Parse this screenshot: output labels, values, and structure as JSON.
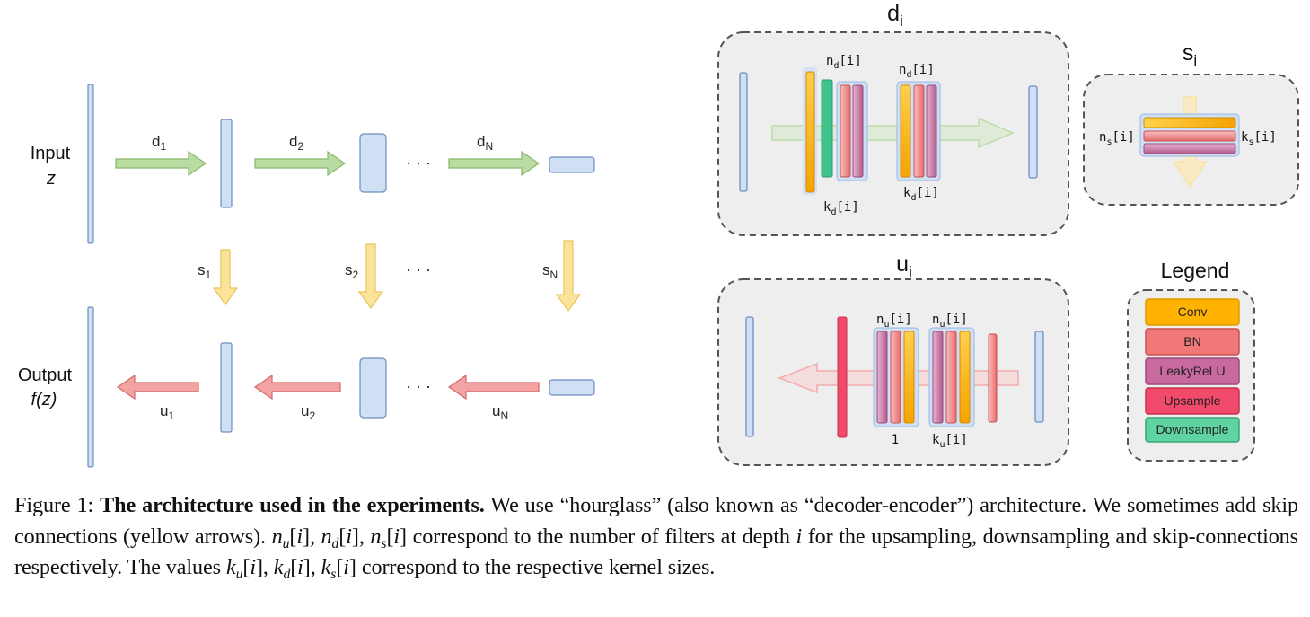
{
  "pipeline": {
    "input_label": "Input",
    "input_var": "z",
    "output_label": "Output",
    "output_var": "f(z)",
    "ellipsis": "· · ·",
    "down_arrows": [
      {
        "base": "d",
        "sub": "1"
      },
      {
        "base": "d",
        "sub": "2"
      },
      {
        "base": "d",
        "sub": "N"
      }
    ],
    "skip_arrows": [
      {
        "base": "s",
        "sub": "1"
      },
      {
        "base": "s",
        "sub": "2"
      },
      {
        "base": "s",
        "sub": "N"
      }
    ],
    "up_arrows": [
      {
        "base": "u",
        "sub": "1"
      },
      {
        "base": "u",
        "sub": "2"
      },
      {
        "base": "u",
        "sub": "N"
      }
    ]
  },
  "blocks": {
    "d": {
      "title_base": "d",
      "title_sub": "i",
      "n_label": "n",
      "n_sub": "d",
      "k_label": "k",
      "k_sub": "d",
      "index": "[i]"
    },
    "s": {
      "title_base": "s",
      "title_sub": "i",
      "n_label": "n",
      "n_sub": "s",
      "k_label": "k",
      "k_sub": "s",
      "index": "[i]"
    },
    "u": {
      "title_base": "u",
      "title_sub": "i",
      "n_label": "n",
      "n_sub": "u",
      "k_label": "k",
      "k_sub": "u",
      "index": "[i]",
      "one_label": "1"
    }
  },
  "legend": {
    "title": "Legend",
    "items": [
      {
        "label": "Conv",
        "color": "#ffb300",
        "border": "#e39a00"
      },
      {
        "label": "BN",
        "color": "#f07878",
        "border": "#c85050"
      },
      {
        "label": "LeakyReLU",
        "color": "#c86aa0",
        "border": "#9a4a7a"
      },
      {
        "label": "Upsample",
        "color": "#f24a6a",
        "border": "#c83050"
      },
      {
        "label": "Downsample",
        "color": "#5fd4a0",
        "border": "#36a878"
      }
    ]
  },
  "colors": {
    "down_arrow": "#b9dca3",
    "skip_arrow": "#fbe39a",
    "up_arrow": "#f4a3a3",
    "tensor_fill": "#cfe0f5",
    "tensor_border": "#6c8ebf",
    "panel_fill": "#eeeeee"
  },
  "caption": {
    "figure_label": "Figure 1:",
    "bold_title": "The architecture used in the experiments.",
    "text_1": "We use “hourglass” (also known as “decoder-encoder”) architecture. We sometimes add skip connections (yellow arrows).",
    "text_2": "correspond to the number of filters at depth",
    "depth_var": "i",
    "text_3": "for the upsampling, downsampling and skip-connections respectively. The values",
    "text_4": "correspond to the respective kernel sizes."
  }
}
